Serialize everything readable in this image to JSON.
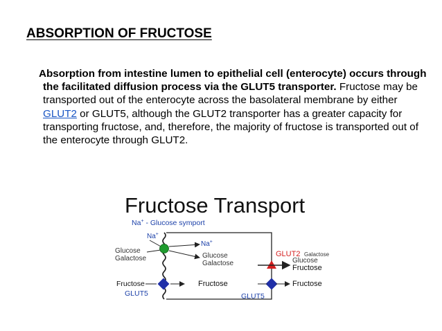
{
  "slide": {
    "title": "ABSORPTION OF FRUCTOSE",
    "paragraph": {
      "bold_lead": "Absorption from intestine lumen to epithelial cell (enterocyte) occurs through the facilitated diffusion process via the GLUT5 transporter.",
      "text_before_link": " Fructose may be transported out of the enterocyte across the basolateral membrane by either ",
      "link_text": "GLUT2",
      "text_after_link": " or GLUT5, although the GLUT2 transporter has a greater capacity for transporting fructose, and, therefore, the majority of fructose is transported out of the enterocyte through GLUT2."
    }
  },
  "figure": {
    "title": "Fructose Transport",
    "symport_label": "Na+ - Glucose symport",
    "na_left": "Na+",
    "na_right": "Na+",
    "glucose_left": "Glucose",
    "galactose_left": "Galactose",
    "glucose_mid": "Glucose",
    "galactose_mid": "Galactose",
    "fructose_left": "Fructose",
    "fructose_mid": "Fructose",
    "glut5_left": "GLUT5",
    "glut5_right": "GLUT5",
    "glut2": "GLUT2",
    "galactose_right": "Galactose",
    "glucose_right": "Glucose",
    "fructose_right_top": "Fructose",
    "fructose_right_bottom": "Fructose",
    "colors": {
      "symport_green": "#1e9b2e",
      "glut5_blue": "#1f2fa8",
      "glut2_red": "#d42020",
      "label_blue": "#1a3fa8"
    }
  }
}
